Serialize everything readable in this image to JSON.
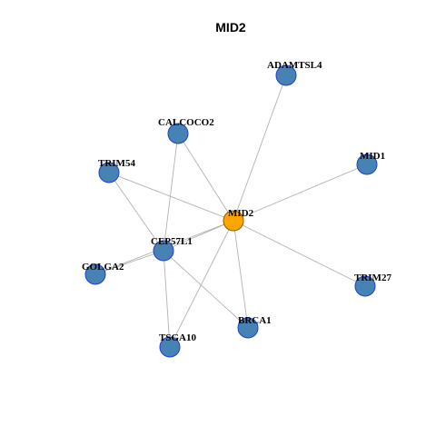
{
  "title": "MID2",
  "colors": {
    "center_fill": "#ffa500",
    "center_stroke": "#8b5a00",
    "node_fill": "#4682b4",
    "node_stroke": "#1f3fd0",
    "edge": "#b3b3b3"
  },
  "nodes": [
    {
      "id": "MID2",
      "label": "MID2",
      "center": true
    },
    {
      "id": "ADAMTSL4",
      "label": "ADAMTSL4"
    },
    {
      "id": "CALCOCO2",
      "label": "CALCOCO2"
    },
    {
      "id": "MID1",
      "label": "MID1"
    },
    {
      "id": "TRIM54",
      "label": "TRIM54"
    },
    {
      "id": "CEP57L1",
      "label": "CEP57L1"
    },
    {
      "id": "GOLGA2",
      "label": "GOLGA2"
    },
    {
      "id": "TRIM27",
      "label": "TRIM27"
    },
    {
      "id": "BRCA1",
      "label": "BRCA1"
    },
    {
      "id": "TSGA10",
      "label": "TSGA10"
    }
  ],
  "edges": [
    [
      "MID2",
      "ADAMTSL4"
    ],
    [
      "MID2",
      "CALCOCO2"
    ],
    [
      "MID2",
      "MID1"
    ],
    [
      "MID2",
      "TRIM54"
    ],
    [
      "MID2",
      "CEP57L1"
    ],
    [
      "MID2",
      "GOLGA2"
    ],
    [
      "MID2",
      "TRIM27"
    ],
    [
      "MID2",
      "BRCA1"
    ],
    [
      "MID2",
      "TSGA10"
    ],
    [
      "CALCOCO2",
      "CEP57L1"
    ],
    [
      "TRIM54",
      "CEP57L1"
    ],
    [
      "CEP57L1",
      "GOLGA2"
    ],
    [
      "CEP57L1",
      "BRCA1"
    ],
    [
      "CEP57L1",
      "TSGA10"
    ]
  ]
}
